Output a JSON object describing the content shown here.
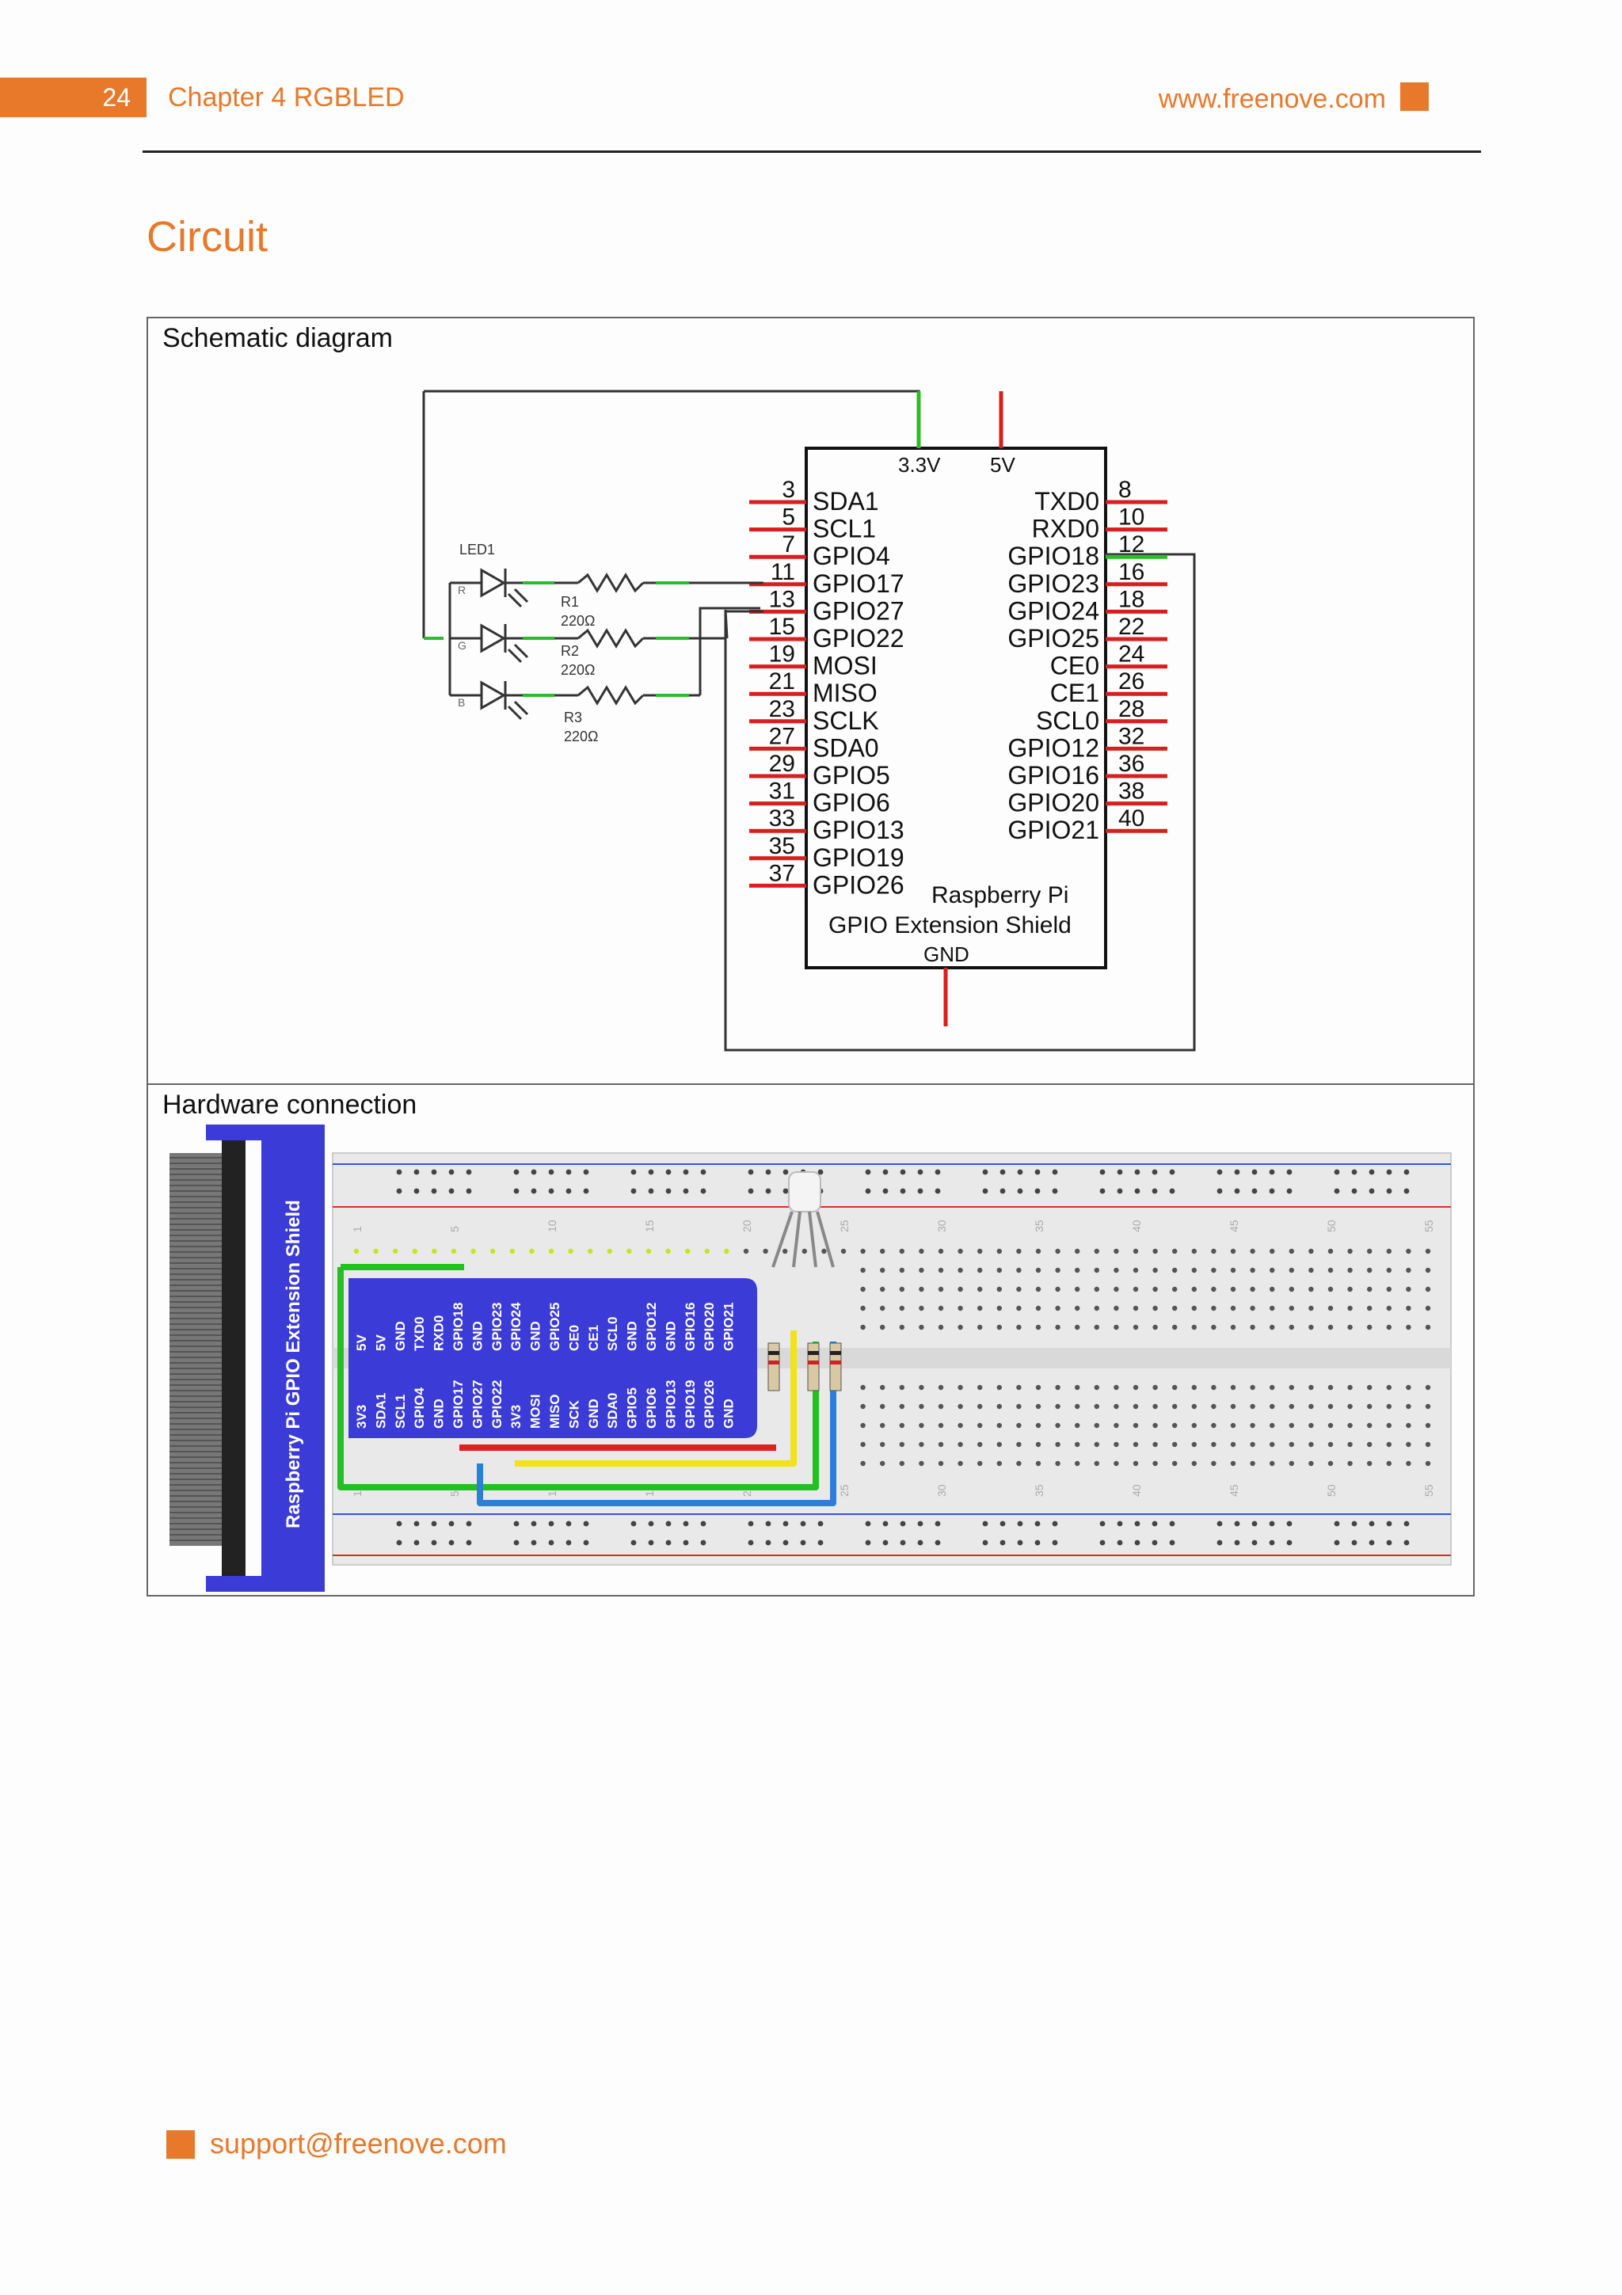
{
  "header": {
    "page_number": "24",
    "chapter": "Chapter 4 RGBLED",
    "website": "www.freenove.com"
  },
  "section_title": "Circuit",
  "schematic": {
    "caption": "Schematic diagram",
    "power": {
      "v33": "3.3V",
      "v5": "5V",
      "gnd": "GND"
    },
    "board_name_1": "Raspberry Pi",
    "board_name_2": "GPIO Extension Shield",
    "left_pins": [
      {
        "num": "3",
        "name": "SDA1"
      },
      {
        "num": "5",
        "name": "SCL1"
      },
      {
        "num": "7",
        "name": "GPIO4"
      },
      {
        "num": "11",
        "name": "GPIO17"
      },
      {
        "num": "13",
        "name": "GPIO27"
      },
      {
        "num": "15",
        "name": "GPIO22"
      },
      {
        "num": "19",
        "name": "MOSI"
      },
      {
        "num": "21",
        "name": "MISO"
      },
      {
        "num": "23",
        "name": "SCLK"
      },
      {
        "num": "27",
        "name": "SDA0"
      },
      {
        "num": "29",
        "name": "GPIO5"
      },
      {
        "num": "31",
        "name": "GPIO6"
      },
      {
        "num": "33",
        "name": "GPIO13"
      },
      {
        "num": "35",
        "name": "GPIO19"
      },
      {
        "num": "37",
        "name": "GPIO26"
      }
    ],
    "right_pins": [
      {
        "num": "8",
        "name": "TXD0"
      },
      {
        "num": "10",
        "name": "RXD0"
      },
      {
        "num": "12",
        "name": "GPIO18"
      },
      {
        "num": "16",
        "name": "GPIO23"
      },
      {
        "num": "18",
        "name": "GPIO24"
      },
      {
        "num": "22",
        "name": "GPIO25"
      },
      {
        "num": "24",
        "name": "CE0"
      },
      {
        "num": "26",
        "name": "CE1"
      },
      {
        "num": "28",
        "name": "SCL0"
      },
      {
        "num": "32",
        "name": "GPIO12"
      },
      {
        "num": "36",
        "name": "GPIO16"
      },
      {
        "num": "38",
        "name": "GPIO20"
      },
      {
        "num": "40",
        "name": "GPIO21"
      }
    ],
    "led_label": "LED1",
    "led_channels": [
      "R",
      "G",
      "B"
    ],
    "resistors": [
      {
        "name": "R1",
        "value": "220Ω"
      },
      {
        "name": "R2",
        "value": "220Ω"
      },
      {
        "name": "R3",
        "value": "220Ω"
      }
    ]
  },
  "hardware": {
    "caption": "Hardware connection",
    "shield_label": "Raspberry Pi GPIO Extension Shield",
    "top_row": [
      "5V",
      "5V",
      "GND",
      "TXD0",
      "RXD0",
      "GPIO18",
      "GND",
      "GPIO23",
      "GPIO24",
      "GND",
      "GPIO25",
      "CE0",
      "CE1",
      "SCL0",
      "GND",
      "GPIO12",
      "GND",
      "GPIO16",
      "GPIO20",
      "GPIO21"
    ],
    "bottom_row": [
      "3V3",
      "SDA1",
      "SCL1",
      "GPIO4",
      "GND",
      "GPIO17",
      "GPIO27",
      "GPIO22",
      "3V3",
      "MOSI",
      "MISO",
      "SCK",
      "GND",
      "SDA0",
      "GPIO5",
      "GPIO6",
      "GPIO13",
      "GPIO19",
      "GPIO26",
      "GND"
    ],
    "column_numbers": [
      "1",
      "5",
      "10",
      "15",
      "20",
      "25",
      "30",
      "35",
      "40",
      "45",
      "50",
      "55"
    ]
  },
  "footer": {
    "email": "support@freenove.com"
  },
  "colors": {
    "accent": "#e8782a",
    "wire_red": "#e02020",
    "wire_green": "#22c022",
    "wire_yellow": "#f2e21a",
    "wire_blue": "#2d7fd6",
    "shield_blue": "#3b3bd8"
  }
}
